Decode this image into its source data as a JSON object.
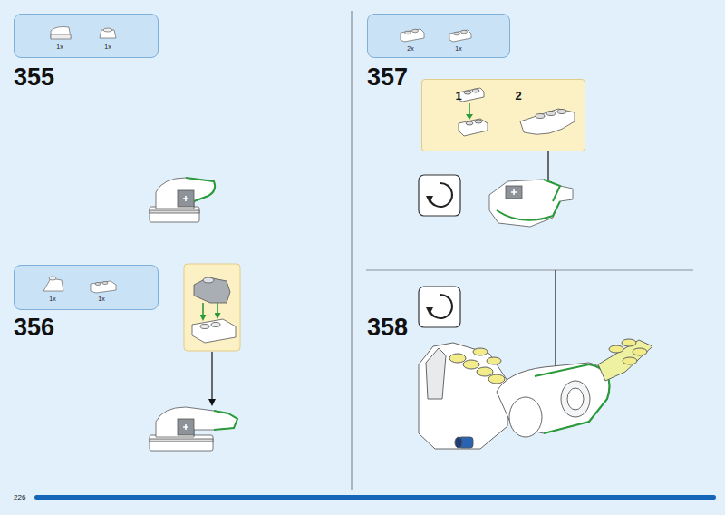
{
  "diagram": {
    "nodes": [
      {
        "text": [
          "1x",
          "1x"
        ]
      },
      {
        "text": [
          "1x",
          "1x"
        ]
      },
      {
        "text": [
          "2x",
          "1x"
        ]
      },
      {
        "text": [
          "1",
          "2"
        ]
      }
    ],
    "labels": [
      "355",
      "356",
      "357",
      "358",
      "226"
    ]
  }
}
